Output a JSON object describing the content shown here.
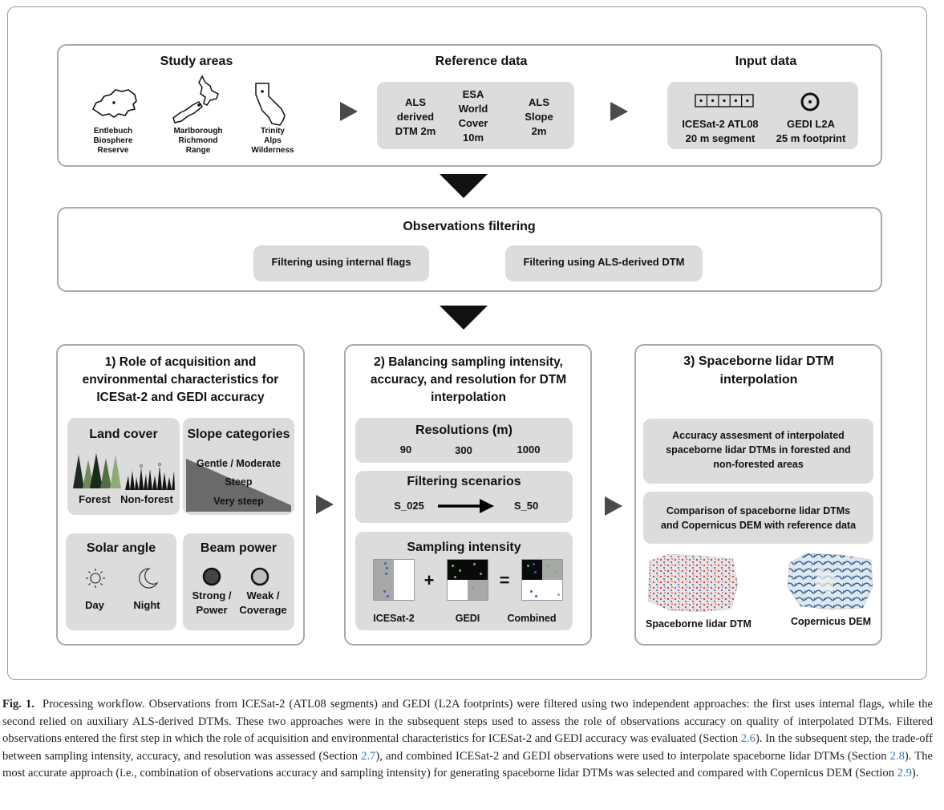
{
  "top": {
    "study_areas": {
      "title": "Study areas",
      "areas": [
        {
          "lines": [
            "Entlebuch",
            "Biosphere",
            "Reserve"
          ]
        },
        {
          "lines": [
            "Marlborough",
            "Richmond",
            "Range"
          ]
        },
        {
          "lines": [
            "Trinity",
            "Alps",
            "Wilderness"
          ]
        }
      ]
    },
    "reference_data": {
      "title": "Reference data",
      "items": [
        {
          "lines": [
            "ALS",
            "derived",
            "DTM 2m"
          ]
        },
        {
          "lines": [
            "ESA",
            "World",
            "Cover",
            "10m"
          ]
        },
        {
          "lines": [
            "ALS",
            "Slope",
            "2m"
          ]
        }
      ]
    },
    "input_data": {
      "title": "Input data",
      "items": [
        {
          "lines": [
            "ICESat-2 ATL08",
            "20 m segment"
          ]
        },
        {
          "lines": [
            "GEDI L2A",
            "25 m footprint"
          ]
        }
      ]
    }
  },
  "filtering": {
    "title": "Observations filtering",
    "option1": "Filtering using internal flags",
    "option2": "Filtering using ALS-derived DTM"
  },
  "step1": {
    "title_lines": [
      "1) Role of acquisition and",
      "environmental characteristics for",
      "ICESat-2 and GEDI accuracy"
    ],
    "land_cover": {
      "title": "Land cover",
      "labels": [
        "Forest",
        "Non-forest"
      ]
    },
    "slope": {
      "title": "Slope categories",
      "labels": [
        "Gentle / Moderate",
        "Steep",
        "Very steep"
      ]
    },
    "solar": {
      "title": "Solar angle",
      "labels": [
        "Day",
        "Night"
      ]
    },
    "beam": {
      "title": "Beam power",
      "labels": [
        [
          "Strong /",
          "Power"
        ],
        [
          "Weak /",
          "Coverage"
        ]
      ]
    }
  },
  "step2": {
    "title_lines": [
      "2) Balancing sampling intensity,",
      "accuracy, and resolution for DTM",
      "interpolation"
    ],
    "resolutions": {
      "title": "Resolutions (m)",
      "values": [
        "90",
        "300",
        "1000"
      ]
    },
    "filtering_scenarios": {
      "title": "Filtering scenarios",
      "from": "S_025",
      "to": "S_50"
    },
    "sampling": {
      "title": "Sampling intensity",
      "labels": [
        "ICESat-2",
        "GEDI",
        "Combined"
      ],
      "plus": "+",
      "equals": "="
    }
  },
  "step3": {
    "title_lines": [
      "3) Spaceborne lidar DTM",
      "interpolation"
    ],
    "box1_lines": [
      "Accuracy assesment of interpolated",
      "spaceborne lidar DTMs  in forested and",
      "non-forested areas"
    ],
    "box2_lines": [
      "Comparison of spaceborne lidar DTMs",
      "and Copernicus DEM with reference data"
    ],
    "map_labels": [
      "Spaceborne lidar DTM",
      "Copernicus DEM"
    ]
  },
  "caption": {
    "label": "Fig. 1.",
    "text_a": "Processing workflow. Observations from ICESat-2 (ATL08 segments) and GEDI (L2A footprints) were filtered using two independent approaches: the first uses internal flags, while the second relied on auxiliary ALS-derived DTMs. These two approaches were in the subsequent steps used to assess the role of observations accuracy on quality of interpolated DTMs. Filtered observations entered the first step in which the role of acquisition and environmental characteristics for ICESat-2 and GEDI accuracy was evaluated (Section ",
    "ref1": "2.6",
    "text_b": "). In the subsequent step, the trade-off between sampling intensity, accuracy, and resolution was assessed (Section ",
    "ref2": "2.7",
    "text_c": "), and combined ICESat-2 and GEDI observations were used to interpolate spaceborne lidar DTMs (Section ",
    "ref3": "2.8",
    "text_d": "). The most accurate approach (i.e., combination of observations accuracy and sampling intensity) for generating spaceborne lidar DTMs was selected and compared with Copernicus DEM (Section ",
    "ref4": "2.9",
    "text_e": ")."
  },
  "colors": {
    "panel_border": "#a9a9a9",
    "box_fill": "#dcdcdc",
    "arrow_gray": "#4a4a4a",
    "link_blue": "#3a7abf"
  }
}
